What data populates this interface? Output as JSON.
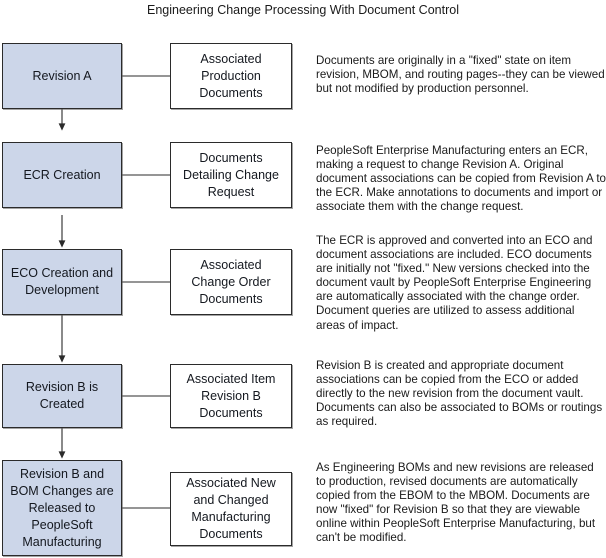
{
  "title": "Engineering Change Processing With Document Control",
  "colors": {
    "stage_fill": "#ccd6e9",
    "doc_fill": "#ffffff",
    "border": "#2b2b2b",
    "text": "#1a1a1a"
  },
  "rows": [
    {
      "stage_label": "Revision A",
      "doc_label": "Associated\nProduction\nDocuments",
      "description": "Documents are originally in a \"fixed\" state on item revision, MBOM, and routing pages--they can be viewed but not modified by production personnel."
    },
    {
      "stage_label": "ECR Creation",
      "doc_label": "Documents\nDetailing Change\nRequest",
      "description": "PeopleSoft Enterprise Manufacturing enters an ECR, making a request to change Revision A.  Original document associations can be copied from Revision A to the ECR.  Make annotations to documents and import or associate them with the change request."
    },
    {
      "stage_label": "ECO Creation and\nDevelopment",
      "doc_label": "Associated\nChange Order\nDocuments",
      "description": "The ECR is approved and converted into an ECO and document associations are included.  ECO documents are initially not \"fixed.\"  New versions checked into the document vault by PeopleSoft Enterprise Engineering are automatically associated with the change order.  Document queries are utilized to assess additional areas of impact."
    },
    {
      "stage_label": "Revision B is\nCreated",
      "doc_label": "Associated Item\nRevision B\nDocuments",
      "description": "Revision B is created and appropriate document associations can be copied from the ECO or added directly to the new revision from the document vault. Documents can also be associated to BOMs or routings as required."
    },
    {
      "stage_label": "Revision B and\nBOM Changes are\nReleased to\nPeopleSoft\nManufacturing",
      "doc_label": "Associated New\nand Changed\nManufacturing\nDocuments",
      "description": "As Engineering BOMs and new revisions are released to production, revised documents are automatically copied from the EBOM to the MBOM. Documents are now \"fixed\" for Revision B so that they are viewable online within PeopleSoft Enterprise Manufacturing, but can't be modified."
    }
  ]
}
